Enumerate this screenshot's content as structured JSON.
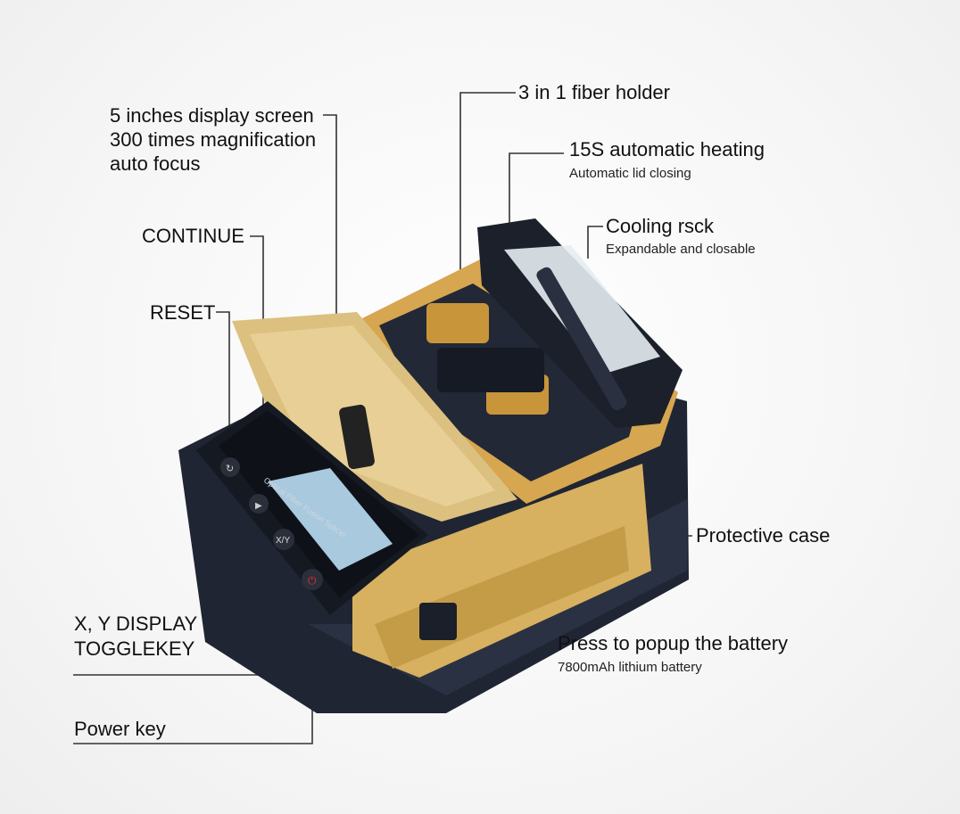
{
  "labels": {
    "display_line1": "5 inches display screen",
    "display_line2": "300 times magnification",
    "display_line3": "auto focus",
    "continue": "CONTINUE",
    "reset": "RESET",
    "xy_line1": "X, Y DISPLAY",
    "xy_line2": "TOGGLEKEY",
    "power": "Power key",
    "fiber_holder": "3 in 1 fiber holder",
    "heating": "15S automatic heating",
    "heating_sub": "Automatic lid closing",
    "cooling": "Cooling  rsck",
    "cooling_sub": "Expandable and closable",
    "case": "Protective case",
    "battery": "Press to popup the battery",
    "battery_sub": "7800mAh lithium battery"
  },
  "device": {
    "screen_text": "Optical Fiber Fusion Splicer",
    "xy_key_text": "X/Y"
  },
  "colors": {
    "body": "#1f2533",
    "gold": "#d7b060",
    "accent": "#e0a020"
  }
}
